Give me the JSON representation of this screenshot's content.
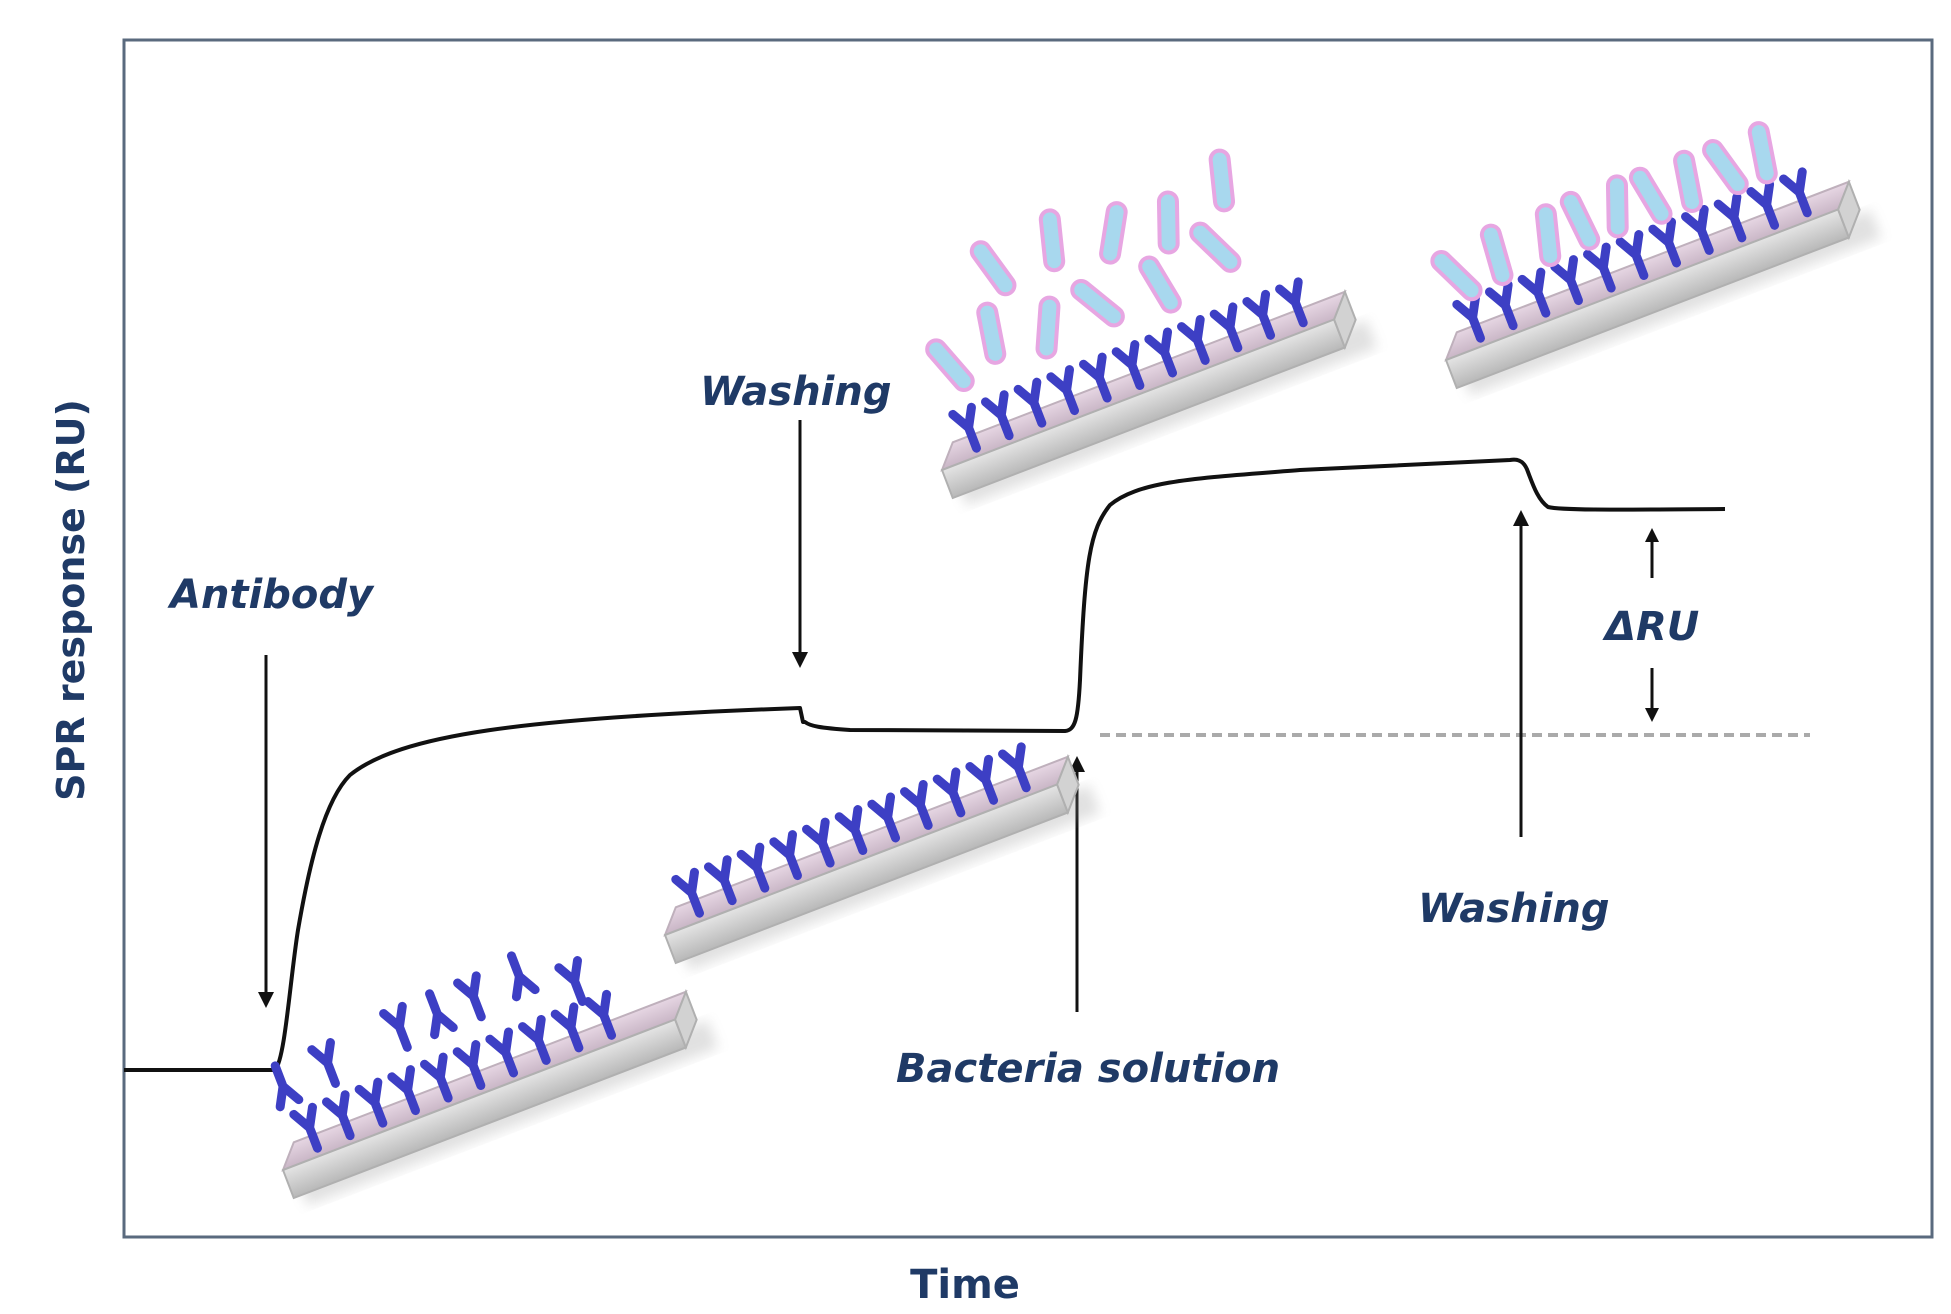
{
  "axes": {
    "x_label": "Time",
    "y_label": "SPR response (RU)"
  },
  "annotations": {
    "antibody": "Antibody",
    "washing_1": "Washing",
    "bacteria_solution": "Bacteria solution",
    "washing_2": "Washing",
    "delta_ru": "ΔRU"
  },
  "colors": {
    "antibody": "#3d3fc4",
    "bacteria_fill": "#a8d8ee",
    "bacteria_outline": "#e7a6e2",
    "chip_top": "#d9c9d6",
    "chip_side": "#c8c8c8",
    "label_text": "#1f3a66",
    "frame": "#5a6a7e",
    "curve": "#111111",
    "baseline_dash": "#aaaaaa"
  },
  "icons": [
    "sensor-chip-with-antibodies",
    "bacteria-cell"
  ]
}
